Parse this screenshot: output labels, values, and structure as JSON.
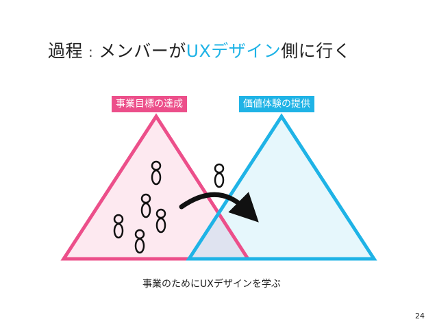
{
  "title": {
    "part1": "過程",
    "colon": ":",
    "part2": "メンバーが",
    "highlight": "UXデザイン",
    "part3": "側に行く"
  },
  "labels": {
    "business": "事業目標の達成",
    "value": "価値体験の提供"
  },
  "caption": "事業のためにUXデザインを学ぶ",
  "page_number": "24",
  "colors": {
    "pink": "#ec4f8a",
    "pink_fill": "#fde9f0",
    "blue": "#1fb3e6",
    "blue_fill": "#e6f7fc",
    "overlap": "#dfe3f0",
    "arrow": "#111111"
  },
  "icons": {
    "person": "person-icon",
    "arrow": "curved-arrow-icon"
  }
}
